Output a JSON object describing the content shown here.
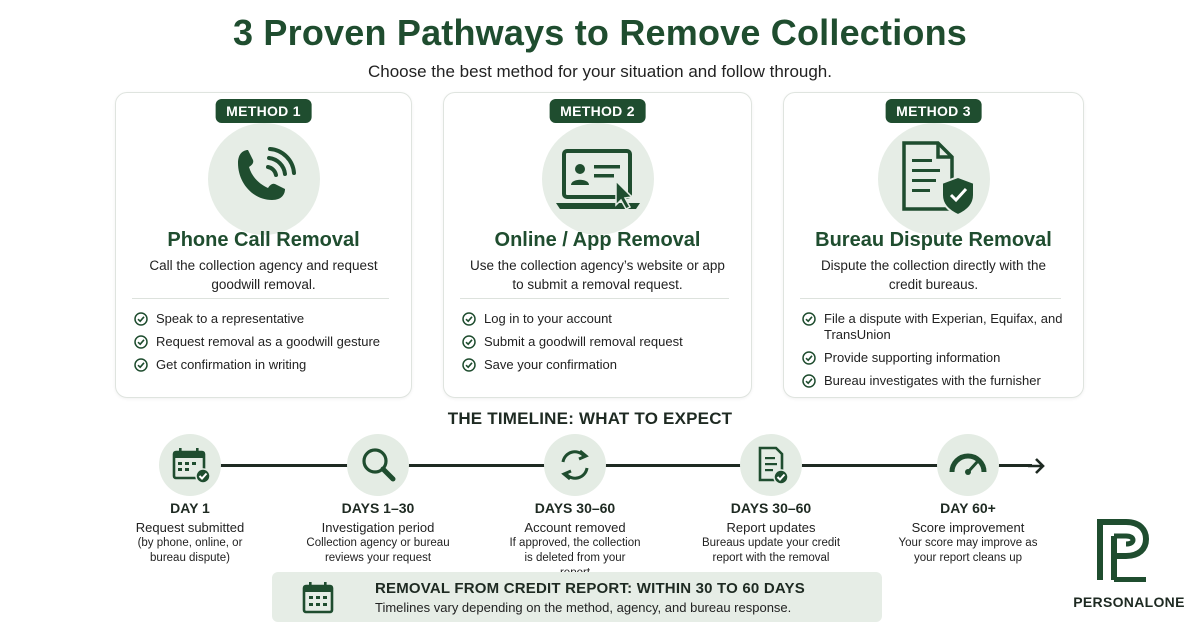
{
  "header": {
    "title": "3 Proven Pathways to Remove Collections",
    "subtitle": "Choose the best method for your situation and follow through."
  },
  "methods": [
    {
      "badge": "METHOD 1",
      "icon": "phone-icon",
      "title": "Phone Call Removal",
      "description": "Call the collection agency and request goodwill removal.",
      "steps": [
        "Speak to a representative",
        "Request removal as a goodwill gesture",
        "Get confirmation in writing"
      ]
    },
    {
      "badge": "METHOD 2",
      "icon": "laptop-icon",
      "title": "Online / App Removal",
      "description": "Use the collection agency’s website or app to submit a removal request.",
      "steps": [
        "Log in to your account",
        "Submit a goodwill removal request",
        "Save your confirmation"
      ]
    },
    {
      "badge": "METHOD 3",
      "icon": "document-shield-icon",
      "title": "Bureau Dispute Removal",
      "description": "Dispute the collection directly with the credit bureaus.",
      "steps": [
        "File a dispute with Experian, Equifax, and TransUnion",
        "Provide supporting information",
        "Bureau investigates with the furnisher"
      ]
    }
  ],
  "timeline": {
    "heading": "THE TIMELINE: WHAT TO EXPECT",
    "steps": [
      {
        "day": "DAY 1",
        "label": "Request submitted",
        "description": "(by phone, online, or bureau dispute)",
        "icon": "calendar-check-icon"
      },
      {
        "day": "DAYS 1–30",
        "label": "Investigation period",
        "description": "Collection agency or bureau reviews your request",
        "icon": "magnifier-icon"
      },
      {
        "day": "DAYS 30–60",
        "label": "Account removed",
        "description": "If approved, the collection is deleted from your report",
        "icon": "refresh-icon"
      },
      {
        "day": "DAYS 30–60",
        "label": "Report updates",
        "description": "Bureaus update your credit report with the removal",
        "icon": "report-check-icon"
      },
      {
        "day": "DAY 60+",
        "label": "Score improvement",
        "description": "Your score may improve as your report cleans up",
        "icon": "gauge-icon"
      }
    ]
  },
  "banner": {
    "title": "REMOVAL FROM CREDIT REPORT: WITHIN 30 TO 60 DAYS",
    "note": "Timelines vary depending on the method, agency, and bureau response.",
    "icon": "calendar-icon"
  },
  "brand": {
    "name": "PERSONALONE",
    "logo": "personalone-logo"
  },
  "colors": {
    "primary": "#1f4d2f",
    "icon_bg": "#e6ede6",
    "text": "#1e2a22"
  }
}
